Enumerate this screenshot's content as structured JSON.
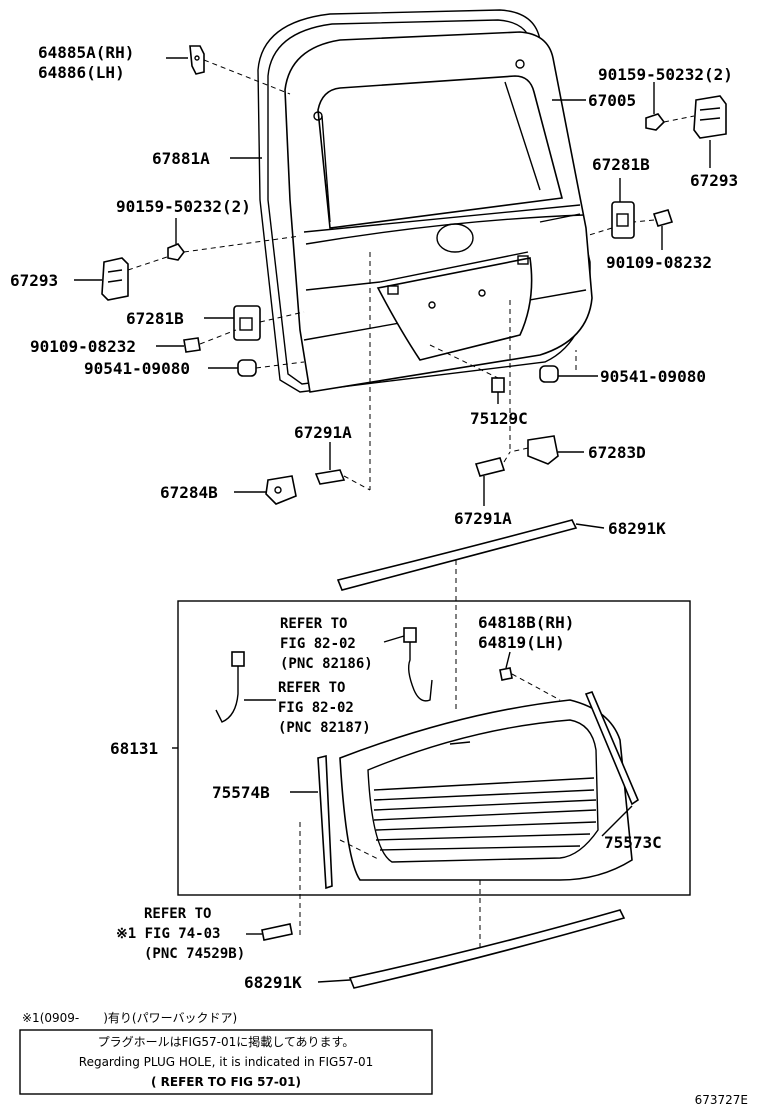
{
  "labels": {
    "l64885": "64885A(RH)",
    "l64886": "64886(LH)",
    "l67881": "67881A",
    "l90159a": "90159-50232(2)",
    "l67293a": "67293",
    "l67281ba": "67281B",
    "l90109a": "90109-08232",
    "l90541a": "90541-09080",
    "l67291aa": "67291A",
    "l67284b": "67284B",
    "l90159b": "90159-50232(2)",
    "l67005": "67005",
    "l67281bb": "67281B",
    "l67293b": "67293",
    "l90109b": "90109-08232",
    "l90541b": "90541-09080",
    "l75129c": "75129C",
    "l67283d": "67283D",
    "l67291ab": "67291A",
    "l68291ka": "68291K",
    "l64818": "64818B(RH)",
    "l64819": "64819(LH)",
    "l68131": "68131",
    "l75574b": "75574B",
    "l75573c": "75573C",
    "l68291kb": "68291K"
  },
  "refs": {
    "r1_1": "REFER TO",
    "r1_2": "FIG 82-02",
    "r1_3": "(PNC 82186)",
    "r2_1": "REFER TO",
    "r2_2": "FIG 82-02",
    "r2_3": "(PNC 82187)",
    "r3_1": "REFER TO",
    "r3_2": "※1 FIG 74-03",
    "r3_3": "(PNC 74529B)"
  },
  "footnote": "※1(0909-　　)有り(パワーバックドア)",
  "notebox": {
    "line1": "プラグホールはFIG57-01に掲載してあります。",
    "line2": "Regarding PLUG HOLE, it is indicated in FIG57-01",
    "line3": "( REFER TO FIG 57-01)"
  },
  "figure_id": "673727E"
}
